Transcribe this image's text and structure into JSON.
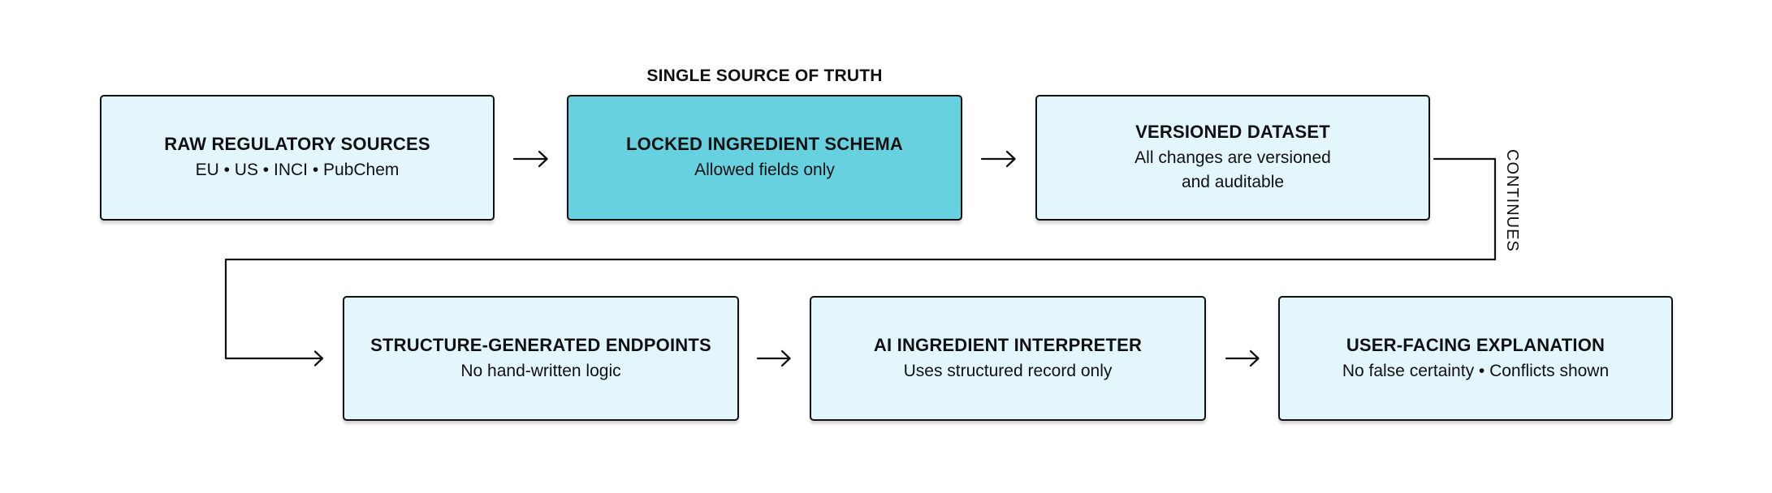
{
  "colors": {
    "page_bg": "#ffffff",
    "node_fill": "#e3f6fc",
    "node_highlight_fill": "#68d1e0",
    "stroke": "#111111",
    "text": "#111111"
  },
  "diagram": {
    "annotations": {
      "single_source_of_truth": "SINGLE SOURCE OF TRUTH",
      "continues": "CONTINUES"
    },
    "nodes": [
      {
        "title": "RAW REGULATORY SOURCES",
        "subtitle": "EU • US • INCI • PubChem",
        "emphasis": false
      },
      {
        "title": "LOCKED INGREDIENT SCHEMA",
        "subtitle": "Allowed fields only",
        "emphasis": true
      },
      {
        "title": "VERSIONED DATASET",
        "subtitle": "All changes are versioned\nand auditable",
        "emphasis": false
      },
      {
        "title": "STRUCTURE-GENERATED ENDPOINTS",
        "subtitle": "No hand-written logic",
        "emphasis": false
      },
      {
        "title": "AI INGREDIENT INTERPRETER",
        "subtitle": "Uses structured record only",
        "emphasis": false
      },
      {
        "title": "USER-FACING EXPLANATION",
        "subtitle": "No false certainty • Conflicts shown",
        "emphasis": false
      }
    ]
  }
}
